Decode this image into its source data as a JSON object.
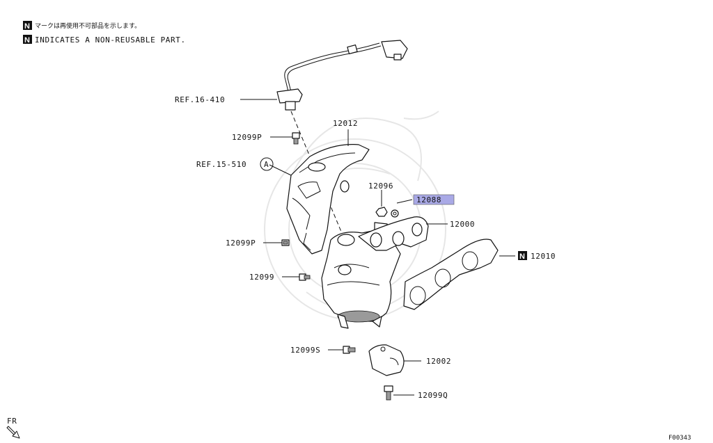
{
  "legend": {
    "badge": "N",
    "line_jp": "マークは再使用不可部品を示します。",
    "line_en": "INDICATES A NON-REUSABLE PART."
  },
  "callouts": {
    "ref_16_410": "REF.16-410",
    "ref_15_510": "REF.15-510",
    "ref_circle": "A",
    "p12012": "12012",
    "p12099p_top": "12099P",
    "p12096": "12096",
    "p12088": "12088",
    "p12000": "12000",
    "p12010": "12010",
    "p12010_badge": "N",
    "p12099p_mid": "12099P",
    "p12099": "12099",
    "p12099s": "12099S",
    "p12002": "12002",
    "p12099q": "12099Q"
  },
  "highlight_color": "#a9a9e6",
  "footer": {
    "fr": "FR",
    "fig_id": "F00343"
  }
}
